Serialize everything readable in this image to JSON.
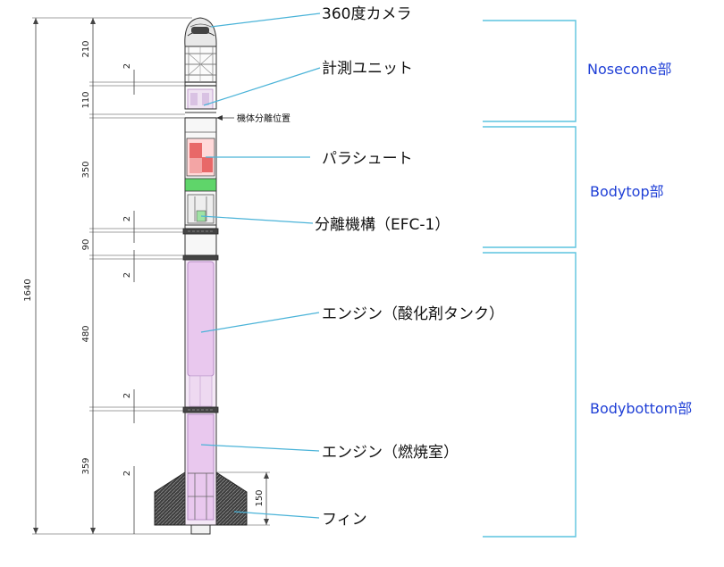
{
  "components": {
    "camera": "360度カメラ",
    "measurement": "計測ユニット",
    "parachute": "パラシュート",
    "separation": "分離機構（EFC-1）",
    "engine_tank": "エンジン（酸化剤タンク）",
    "engine_chamber": "エンジン（燃焼室）",
    "fin": "フィン"
  },
  "separation_position": "機体分離位置",
  "sections": {
    "nosecone": "Nosecone部",
    "bodytop": "Bodytop部",
    "bodybottom": "Bodybottom部"
  },
  "dimensions": {
    "total": "1640",
    "d210": "210",
    "d110": "110",
    "d350": "350",
    "d90": "90",
    "d480": "480",
    "d359": "359",
    "d150": "150",
    "gap": "2"
  },
  "colors": {
    "bracket": "#5cc3df",
    "section_text": "#1f3fd6",
    "leader": "#4ab3d8",
    "engine": "#e9c8ee",
    "engine_edge": "#b58bc4",
    "parachute": "#e86868",
    "band": "#5fd56a",
    "fin": "#4a4a4a"
  }
}
